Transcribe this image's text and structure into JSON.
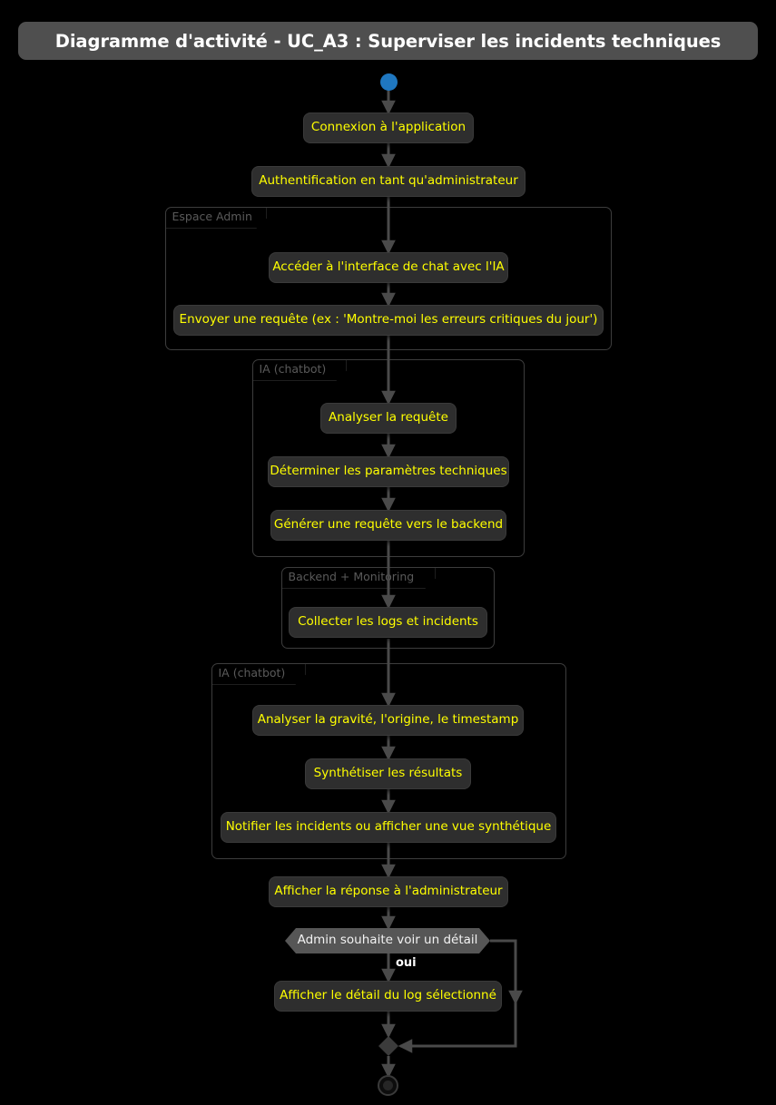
{
  "diagram": {
    "title": "Diagramme d'activité - UC_A3 : Superviser les incidents techniques",
    "type": "uml-activity-diagram",
    "colors": {
      "background": "#000000",
      "title_bar": "#4f4f4f",
      "title_text": "#ffffff",
      "activity_fill": "#2e2e2e",
      "activity_text": "#ffff00",
      "partition_border": "#3d3d3d",
      "partition_label": "#5a5a5a",
      "start_node": "#1f77c0",
      "decision_fill": "#565656",
      "decision_text": "#f2f2f2",
      "edge": "#4a4a4a",
      "guard_text": "#ffffff"
    }
  },
  "nodes": {
    "start": {
      "name": "start-node",
      "kind": "initial"
    },
    "end": {
      "name": "end-node",
      "kind": "final"
    },
    "merge": {
      "name": "merge-node",
      "kind": "merge"
    }
  },
  "activities": [
    {
      "id": "a1",
      "label": "Connexion à l'application"
    },
    {
      "id": "a2",
      "label": "Authentification en tant qu'administrateur"
    },
    {
      "id": "a3",
      "label": "Accéder à l'interface de chat avec l'IA"
    },
    {
      "id": "a4",
      "label": "Envoyer une requête (ex : 'Montre-moi les erreurs critiques du jour')"
    },
    {
      "id": "a5",
      "label": "Analyser la requête"
    },
    {
      "id": "a6",
      "label": "Déterminer les paramètres techniques"
    },
    {
      "id": "a7",
      "label": "Générer une requête vers le backend"
    },
    {
      "id": "a8",
      "label": "Collecter les logs et incidents"
    },
    {
      "id": "a9",
      "label": "Analyser la gravité, l'origine, le timestamp"
    },
    {
      "id": "a10",
      "label": "Synthétiser les résultats"
    },
    {
      "id": "a11",
      "label": "Notifier les incidents ou afficher une vue synthétique"
    },
    {
      "id": "a12",
      "label": "Afficher la réponse à l'administrateur"
    },
    {
      "id": "a13",
      "label": "Afficher le détail du log sélectionné"
    }
  ],
  "partitions": [
    {
      "id": "p1",
      "label": "Espace Admin"
    },
    {
      "id": "p2",
      "label": "IA (chatbot)"
    },
    {
      "id": "p3",
      "label": "Backend + Monitoring"
    },
    {
      "id": "p4",
      "label": "IA (chatbot)"
    }
  ],
  "decision": {
    "id": "d1",
    "label": "Admin souhaite voir un détail",
    "branch_yes": "oui"
  }
}
